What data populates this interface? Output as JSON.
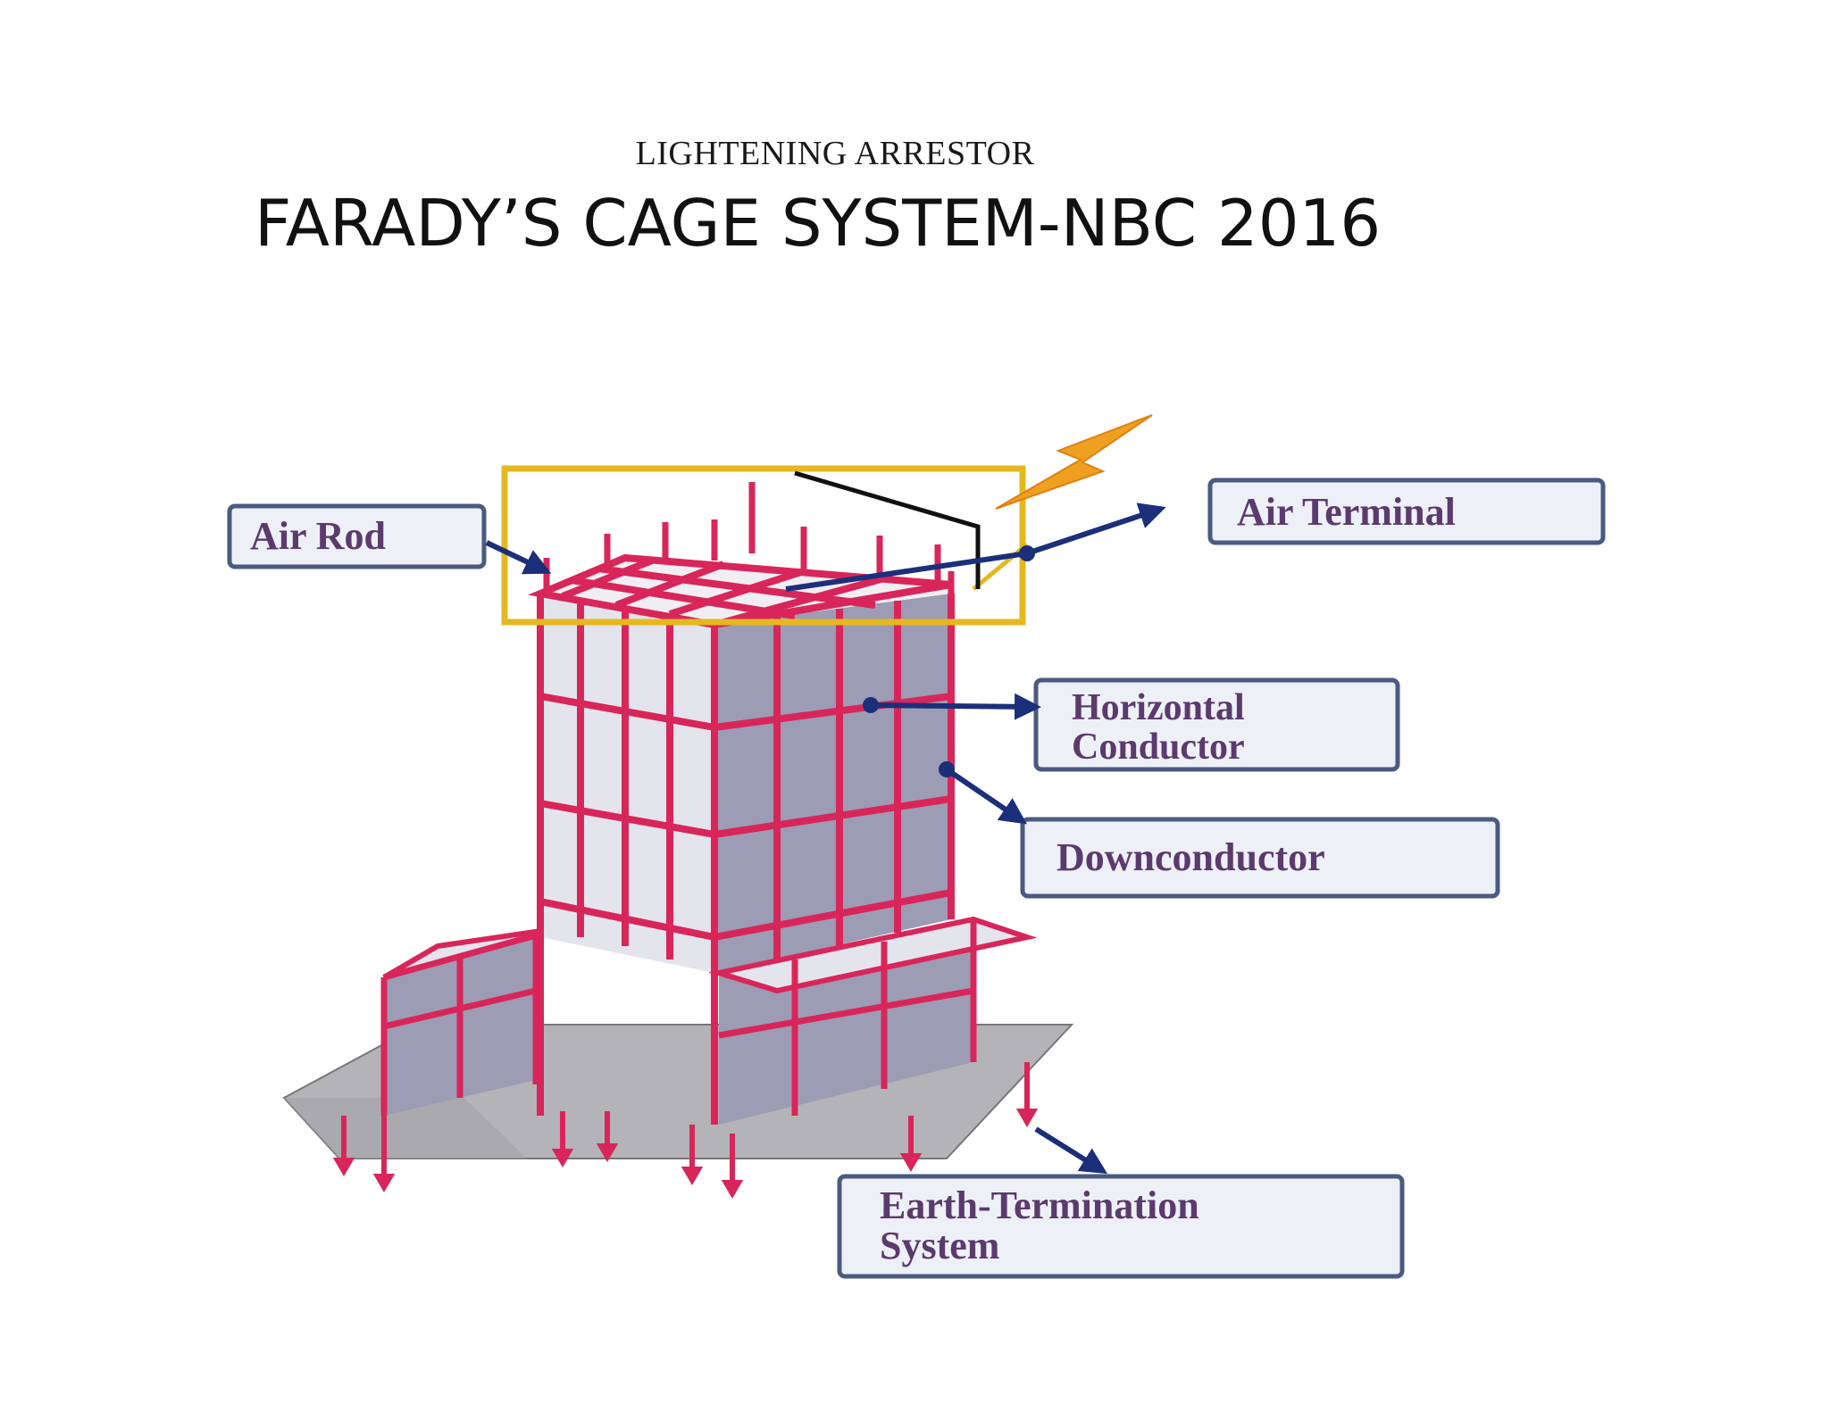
{
  "document": {
    "subtitle": "LIGHTENING ARRESTOR",
    "title": "FARADY’S CAGE SYSTEM-NBC 2016"
  },
  "diagram": {
    "labels": {
      "air_rod": "Air Rod",
      "air_terminal": "Air Terminal",
      "horizontal_conductor_line1": "Horizontal",
      "horizontal_conductor_line2": "Conductor",
      "downconductor": "Downconductor",
      "earth_termination_line1": "Earth-Termination",
      "earth_termination_line2": "System"
    },
    "colors": {
      "conductor": "#d8265a",
      "highlight_box": "#e6b820",
      "arrow": "#1b2f7a",
      "label_border": "#4a5a80",
      "ground": "#b4b4b8",
      "wall_shade": "#9c9cb4",
      "wall_light": "#e4e4ec"
    }
  }
}
